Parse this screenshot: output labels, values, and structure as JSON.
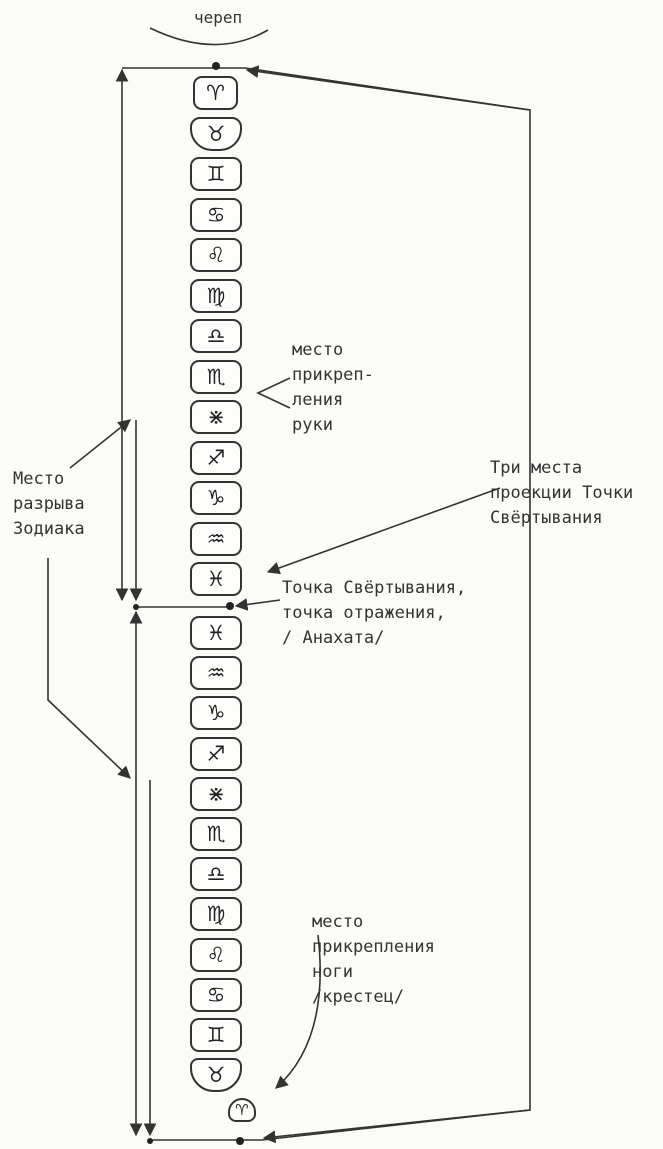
{
  "labels": {
    "skull": "череп",
    "arm": "место\nприкреп-\nления\nруки",
    "zodiac_break": "Место\nразрыва\nЗодиака",
    "projection": "Три места\nпроекции Точки\nСвёртывания",
    "twist_point": "Точка Свёртывания,\nточка отражения,\n/ Анахата/",
    "leg": "место\nприкрепления\nноги\n/крестец/"
  },
  "vertebrae_upper": [
    "♈",
    "♉",
    "♊",
    "♋",
    "♌",
    "♍",
    "♎",
    "♏",
    "⋇",
    "♐",
    "♑",
    "♒",
    "♓"
  ],
  "vertebrae_lower": [
    "♓",
    "♒",
    "♑",
    "♐",
    "⋇",
    "♏",
    "♎",
    "♍",
    "♌",
    "♋",
    "♊",
    "♉",
    "♈"
  ]
}
